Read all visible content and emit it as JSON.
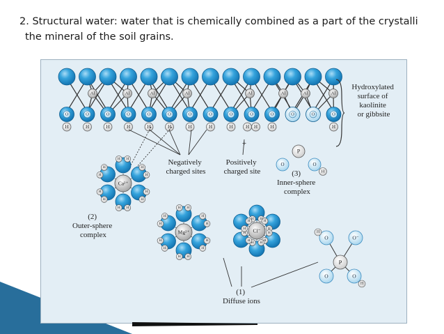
{
  "slide": {
    "text_line1": "2. Structural water: water that is chemically combined as a part of the crystalli",
    "text_line2": "the mineral of the soil grains."
  },
  "figure": {
    "label_hydroxylated": [
      "Hydroxylated",
      "surface of",
      "kaolinite",
      "or gibbsite"
    ],
    "label_negative": [
      "Negatively",
      "charged sites"
    ],
    "label_positive": [
      "Positively",
      "charged site"
    ],
    "label_inner": [
      "(3)",
      "Inner-sphere",
      "complex"
    ],
    "label_outer": [
      "(2)",
      "Outer-sphere",
      "complex"
    ],
    "label_diffuse": [
      "(1)",
      "Diffuse ions"
    ],
    "atom_al": "Al",
    "atom_o": "O",
    "atom_h": "H",
    "atom_p": "P",
    "ion_ca": "Ca²⁺",
    "ion_mg": "Mg²⁺",
    "ion_cl": "Cl⁻",
    "o_minus": "O⁻",
    "plus_sign": "+"
  },
  "colors": {
    "water_oxygen": "#2a9bd6",
    "hydrogen_fill": "#f3f3f3",
    "frame_bg": "#e3eef5",
    "slide_accent": "#2f79a8"
  }
}
